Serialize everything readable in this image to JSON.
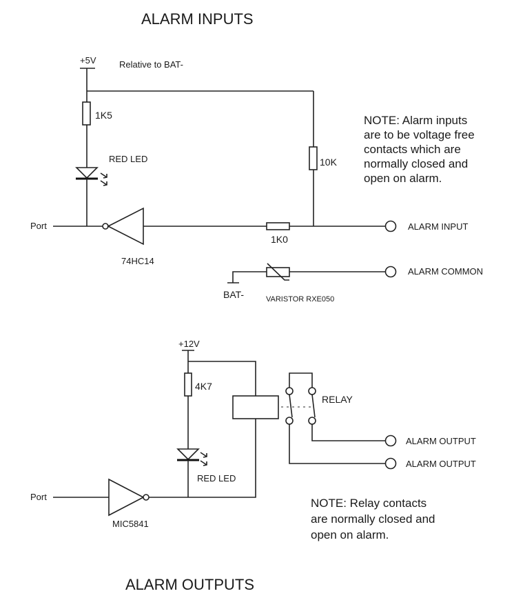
{
  "inputs": {
    "title": "ALARM INPUTS",
    "supply": "+5V",
    "relative": "Relative to BAT-",
    "r1": "1K5",
    "led": "RED LED",
    "r2": "10K",
    "port": "Port",
    "gate": "74HC14",
    "r3": "1K0",
    "terminal_input": "ALARM INPUT",
    "terminal_common": "ALARM COMMON",
    "ground": "BAT-",
    "varistor": "VARISTOR  RXE050",
    "note": [
      "NOTE: Alarm inputs",
      "are to be voltage free",
      "contacts which are",
      "normally closed and",
      "open on alarm."
    ]
  },
  "outputs": {
    "title": "ALARM OUTPUTS",
    "supply": "+12V",
    "r1": "4K7",
    "led": "RED LED",
    "relay": "RELAY",
    "terminal_1": "ALARM OUTPUT",
    "terminal_2": "ALARM OUTPUT",
    "port": "Port",
    "gate": "MIC5841",
    "note": [
      "NOTE: Relay contacts",
      "are normally closed and",
      "open on alarm."
    ]
  }
}
